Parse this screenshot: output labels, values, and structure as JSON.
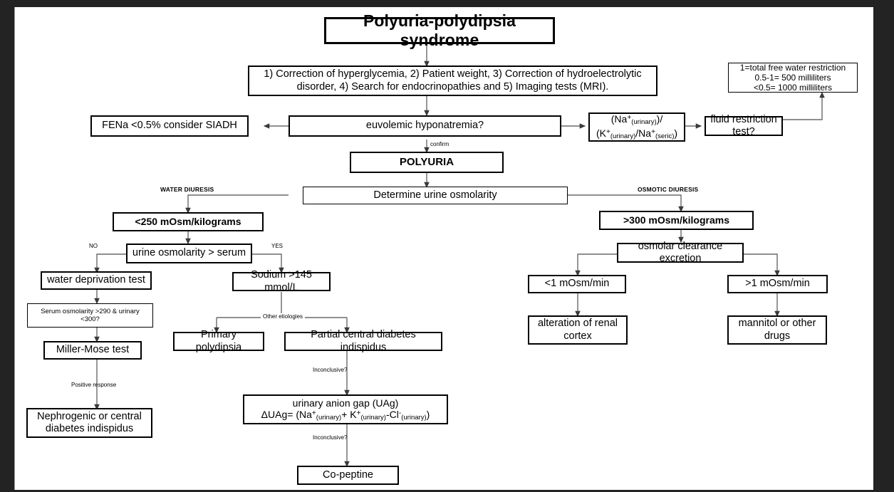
{
  "diagram": {
    "title": "Polyuria-polydipsia syndrome",
    "type": "clinical-decision-flowchart"
  },
  "nodes": {
    "title_box": "Polyuria-polydipsia syndrome",
    "initial_workup": "1) Correction of hyperglycemia, 2) Patient weight, 3) Correction of hydroelectrolytic disorder, 4) Search for endocrinopathies and 5) Imaging tests (MRI).",
    "legend_line1": "1=total free water restriction",
    "legend_line2": "0.5-1= 500 milliliters",
    "legend_line3": "<0.5= 1000 milliliters",
    "fena": "FENa <0.5% consider SIADH",
    "euvolemic": "euvolemic hyponatremia?",
    "ratio_numerator_pre": "(Na",
    "ratio_numerator_sup": "+",
    "ratio_numerator_sub": "(urinary)",
    "ratio_numerator_post": ")/",
    "ratio_denominator": "(K+(urinary)/Na+(seric))",
    "fluid_restriction": "fluid restriction test?",
    "polyuria": "POLYURIA",
    "determine_osmolarity": "Determine urine osmolarity",
    "low_osm": "<250 mOsm/kilograms",
    "high_osm": ">300 mOsm/kilograms",
    "urine_gt_serum": "urine osmolarity > serum",
    "water_deprivation": "water deprivation test",
    "serum_osm_query": "Serum osmolarity >290 & urinary <300?",
    "miller_mose": "Miller-Mose test",
    "nephrogenic": "Nephrogenic or central diabetes indispidus",
    "sodium": "Sodium >145 mmol/L",
    "primary_polydipsia": "Primary polydipsia",
    "partial_central": "Partial central diabetes indispidus",
    "uag_line1": "urinary anion gap (UAg)",
    "uag_line2": "ΔUAg= (Na+(urinary)+ K+(urinary)-Cl-(urinary))",
    "copeptine": "Co-peptine",
    "osmolar_clearance": "osmolar clearance excretion",
    "lt1": "<1 mOsm/min",
    "gt1": ">1 mOsm/min",
    "renal_cortex": "alteration of renal cortex",
    "mannitol": "mannitol or other drugs"
  },
  "edge_labels": {
    "confirm": "confirm",
    "water_diuresis": "WATER DIURESIS",
    "osmotic_diuresis": "OSMOTIC DIURESIS",
    "no": "NO",
    "yes": "YES",
    "positive_response": "Positive response",
    "other_etiologies": "Other etiologies",
    "inconclusive_1": "Inconclusive?",
    "inconclusive_2": "Inconclusive?"
  },
  "colors": {
    "page_background": "#232323",
    "canvas": "#ffffff",
    "box_border": "#000000",
    "connector": "#595959",
    "text": "#000000"
  }
}
